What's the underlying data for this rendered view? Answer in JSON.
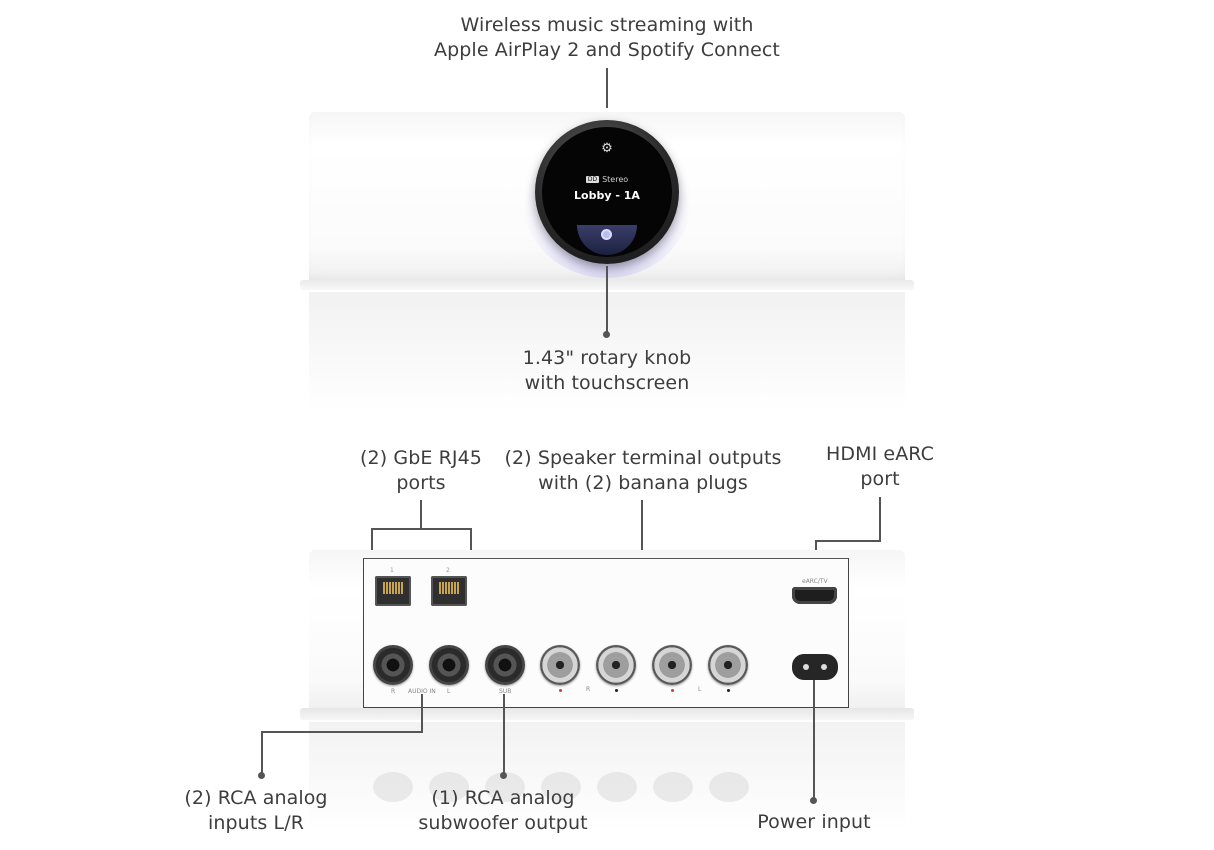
{
  "callouts": {
    "streaming": {
      "line1": "Wireless music streaming with",
      "line2": "Apple AirPlay 2 and Spotify Connect"
    },
    "knob": {
      "line1": "1.43\" rotary knob",
      "line2": "with touchscreen"
    },
    "rj45": {
      "line1": "(2) GbE RJ45",
      "line2": "ports"
    },
    "speakers": {
      "line1": "(2) Speaker terminal outputs",
      "line2": "with (2) banana plugs"
    },
    "hdmi": {
      "line1": "HDMI eARC",
      "line2": "port"
    },
    "rca_inputs": {
      "line1": "(2) RCA analog",
      "line2": "inputs L/R"
    },
    "subwoofer": {
      "line1": "(1) RCA analog",
      "line2": "subwoofer output"
    },
    "power": {
      "line1": "Power input"
    }
  },
  "knob_screen": {
    "mode_badge": "DD",
    "mode": "Stereo",
    "zone": "Lobby - 1A",
    "icon": "gear-icon"
  },
  "rear_panel": {
    "port1_num": "1",
    "port2_num": "2",
    "hdmi_label": "eARC/TV",
    "audio_in_label": "AUDIO IN",
    "rca_r": "R",
    "rca_l": "L",
    "sub_label": "SUB",
    "spk_r": "R",
    "spk_l": "L"
  },
  "colors": {
    "glow": "#7a6cff",
    "line": "#555555",
    "positive": "#d23a3a",
    "negative": "#222222"
  }
}
